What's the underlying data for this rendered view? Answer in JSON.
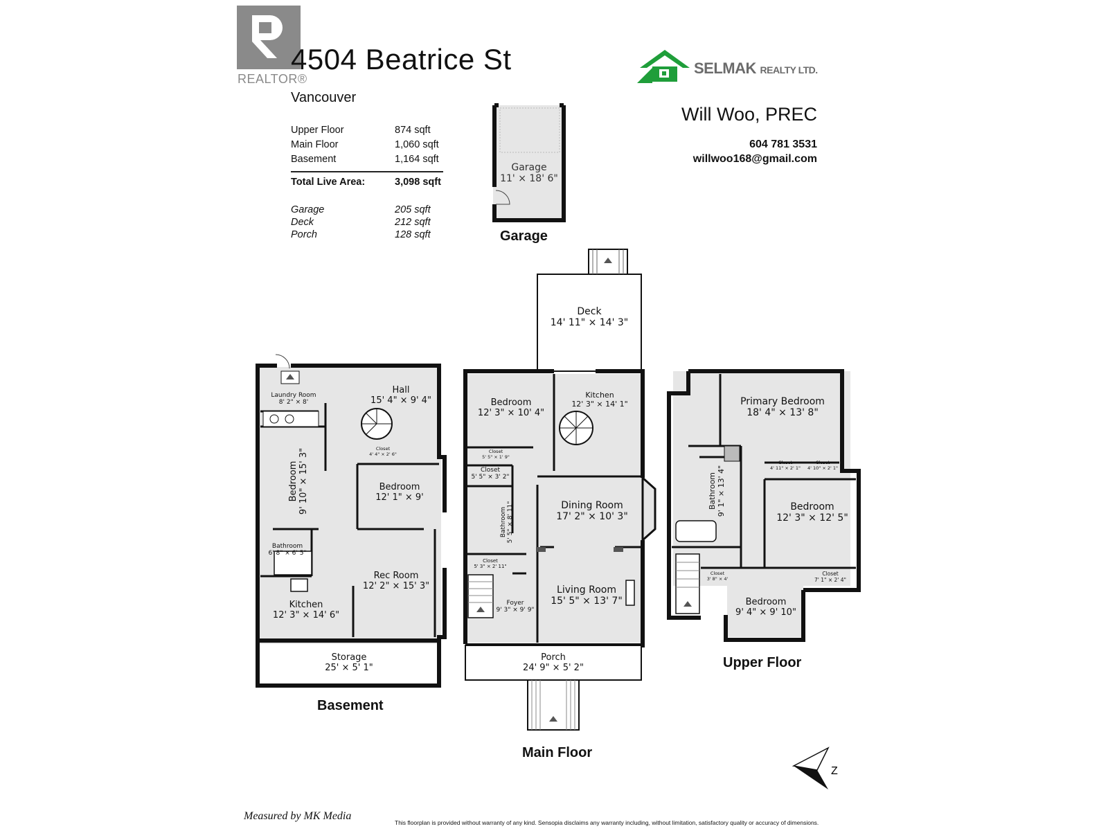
{
  "header": {
    "address": "4504 Beatrice St",
    "city": "Vancouver",
    "realtor_logo_text": "REALTOR®",
    "brokerage": "SELMAK",
    "brokerage_suffix": "REALTY LTD.",
    "agent_name": "Will Woo, PREC",
    "agent_phone": "604 781 3531",
    "agent_email": "willwoo168@gmail.com"
  },
  "areas": {
    "upper_label": "Upper Floor",
    "upper_value": "874 sqft",
    "main_label": "Main Floor",
    "main_value": "1,060 sqft",
    "basement_label": "Basement",
    "basement_value": "1,164 sqft",
    "total_label": "Total Live Area:",
    "total_value": "3,098 sqft",
    "garage_label": "Garage",
    "garage_value": "205 sqft",
    "deck_label": "Deck",
    "deck_value": "212 sqft",
    "porch_label": "Porch",
    "porch_value": "128 sqft"
  },
  "floors": {
    "garage": "Garage",
    "basement": "Basement",
    "main": "Main Floor",
    "upper": "Upper Floor"
  },
  "rooms": {
    "garage": {
      "name": "Garage",
      "dim": "11' × 18' 6\""
    },
    "deck": {
      "name": "Deck",
      "dim": "14' 11\" × 14' 3\""
    },
    "main_bedroom": {
      "name": "Bedroom",
      "dim": "12' 3\" × 10' 4\""
    },
    "main_kitchen": {
      "name": "Kitchen",
      "dim": "12' 3\" × 14' 1\""
    },
    "main_closet1": {
      "name": "Closet",
      "dim": "5' 5\" × 1' 9\""
    },
    "main_closet2": {
      "name": "Closet",
      "dim": "5' 5\" × 3' 2\""
    },
    "main_bathroom": {
      "name": "Bathroom",
      "dim": "5' 5\" × 8' 11\""
    },
    "main_closet3": {
      "name": "Closet",
      "dim": "5' 3\" × 2' 11\""
    },
    "dining": {
      "name": "Dining Room",
      "dim": "17' 2\" × 10' 3\""
    },
    "living": {
      "name": "Living Room",
      "dim": "15' 5\" × 13' 7\""
    },
    "foyer": {
      "name": "Foyer",
      "dim": "9' 3\" × 9' 9\""
    },
    "porch": {
      "name": "Porch",
      "dim": "24' 9\" × 5' 2\""
    },
    "laundry": {
      "name": "Laundry Room",
      "dim": "8' 2\" × 8'"
    },
    "hall": {
      "name": "Hall",
      "dim": "15' 4\" × 9' 4\""
    },
    "b_bedroom1": {
      "name": "Bedroom",
      "dim": "9' 10\" × 15' 3\""
    },
    "b_bedroom2": {
      "name": "Bedroom",
      "dim": "12' 1\" × 9'"
    },
    "b_closet": {
      "name": "Closet",
      "dim": "4' 4\" × 2' 6\""
    },
    "b_bathroom": {
      "name": "Bathroom",
      "dim": "6' 8\" × 6' 5\""
    },
    "rec": {
      "name": "Rec Room",
      "dim": "12' 2\" × 15' 3\""
    },
    "b_kitchen": {
      "name": "Kitchen",
      "dim": "12' 3\" × 14' 6\""
    },
    "storage": {
      "name": "Storage",
      "dim": "25' × 5' 1\""
    },
    "primary": {
      "name": "Primary Bedroom",
      "dim": "18' 4\" × 13' 8\""
    },
    "u_closet_a": {
      "name": "Closet",
      "dim": "4' 11\" × 2' 1\""
    },
    "u_closet_b": {
      "name": "Closet",
      "dim": "4' 10\" × 2' 1\""
    },
    "u_bathroom": {
      "name": "Bathroom",
      "dim": "9' 1\" × 13' 4\""
    },
    "u_bedroom1": {
      "name": "Bedroom",
      "dim": "12' 3\" × 12' 5\""
    },
    "u_closet_c": {
      "name": "Closet",
      "dim": "3' 8\" × 4'"
    },
    "u_closet_d": {
      "name": "Closet",
      "dim": "7' 1\" × 2' 4\""
    },
    "u_bedroom2": {
      "name": "Bedroom",
      "dim": "9' 4\" × 9' 10\""
    }
  },
  "footer": {
    "measured_by": "Measured by MK Media",
    "disclaimer": "This floorplan is provided without warranty of any kind. Sensopia disclaims any warranty including, without limitation, satisfactory quality or accuracy of dimensions."
  },
  "colors": {
    "wall": "#111111",
    "floor": "#e6e6e6",
    "logo_green": "#1f9e3a",
    "logo_grey": "#6b6b6b"
  }
}
